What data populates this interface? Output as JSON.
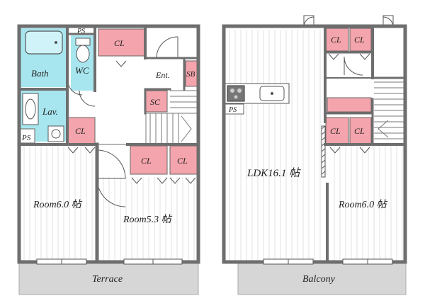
{
  "colors": {
    "wall": "#6e6e6e",
    "closet": "#f4a4ac",
    "wet": "#a8e6ef",
    "terrace": "#d6d6d6",
    "floor_line": "#d9d9d9"
  },
  "labels": {
    "bath": "Bath",
    "wc": "WC",
    "lav": "Lav.",
    "ent": "Ent.",
    "sb": "SB",
    "sc": "SC",
    "ps": "PS",
    "cl": "CL",
    "room_a": "Room6.0 帖",
    "room_b": "Room5.3 帖",
    "ldk": "LDK16.1 帖",
    "room_c": "Room6.0 帖",
    "terrace": "Terrace",
    "balcony": "Balcony"
  },
  "icons": [
    "bathtub-icon",
    "toilet-icon",
    "washbasin-icon",
    "washing-machine-icon",
    "stove-icon",
    "sink-icon",
    "stairs-icon",
    "door-swing-icon"
  ]
}
